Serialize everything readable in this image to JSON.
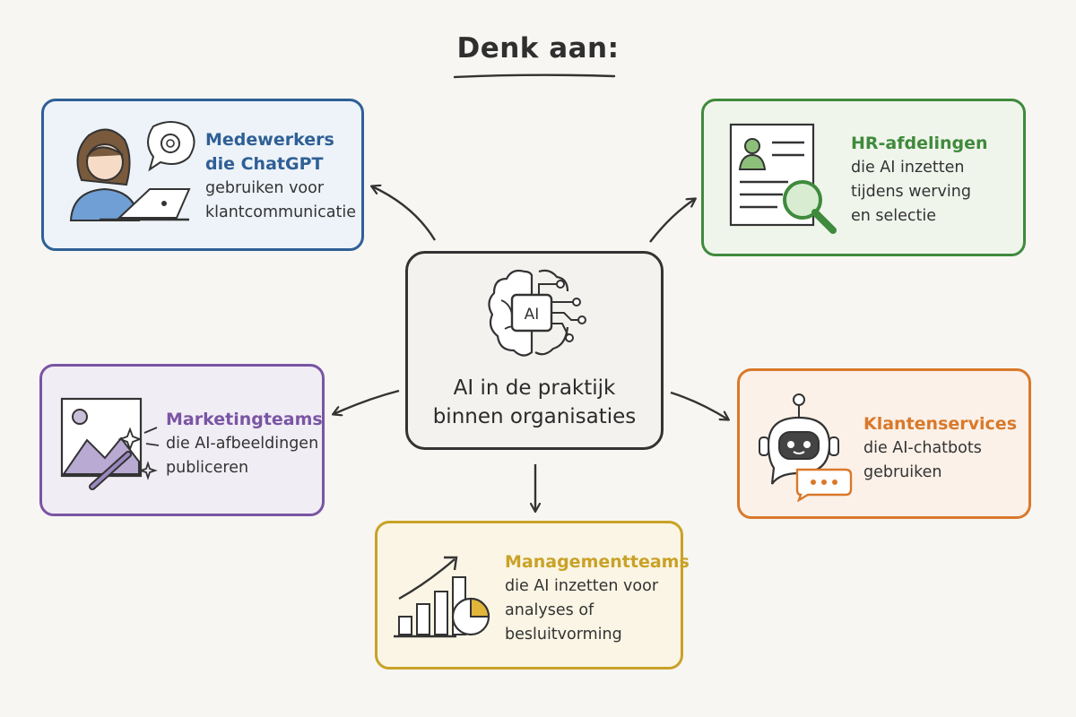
{
  "heading": "Denk aan:",
  "center": {
    "line1": "AI in de praktijk",
    "line2": "binnen organisaties",
    "chip_label": "AI"
  },
  "cards": {
    "employees": {
      "title_line1": "Medewerkers",
      "title_line2": "die ChatGPT",
      "line3": "gebruiken voor",
      "line4": "klantcommunicatie",
      "icon": "person-laptop-chat-icon"
    },
    "hr": {
      "title": "HR-afdelingen",
      "line2": "die AI inzetten",
      "line3": "tijdens werving",
      "line4": "en selectie",
      "icon": "resume-magnifier-icon"
    },
    "marketing": {
      "title": "Marketingteams",
      "line2": "die AI-afbeeldingen",
      "line3": "publiceren",
      "icon": "image-magic-wand-icon"
    },
    "customer_service": {
      "title": "Klantenservices",
      "line2": "die AI-chatbots",
      "line3": "gebruiken",
      "icon": "robot-chat-icon"
    },
    "management": {
      "title": "Managementteams",
      "line2": "die AI inzetten voor",
      "line3": "analyses of",
      "line4": "besluitvorming",
      "icon": "growth-chart-icon"
    }
  },
  "colors": {
    "employees": "#2f5f96",
    "hr": "#3f8a3c",
    "marketing": "#7a55a3",
    "customer_service": "#d9792b",
    "management": "#c9a227",
    "center": "#333333"
  }
}
